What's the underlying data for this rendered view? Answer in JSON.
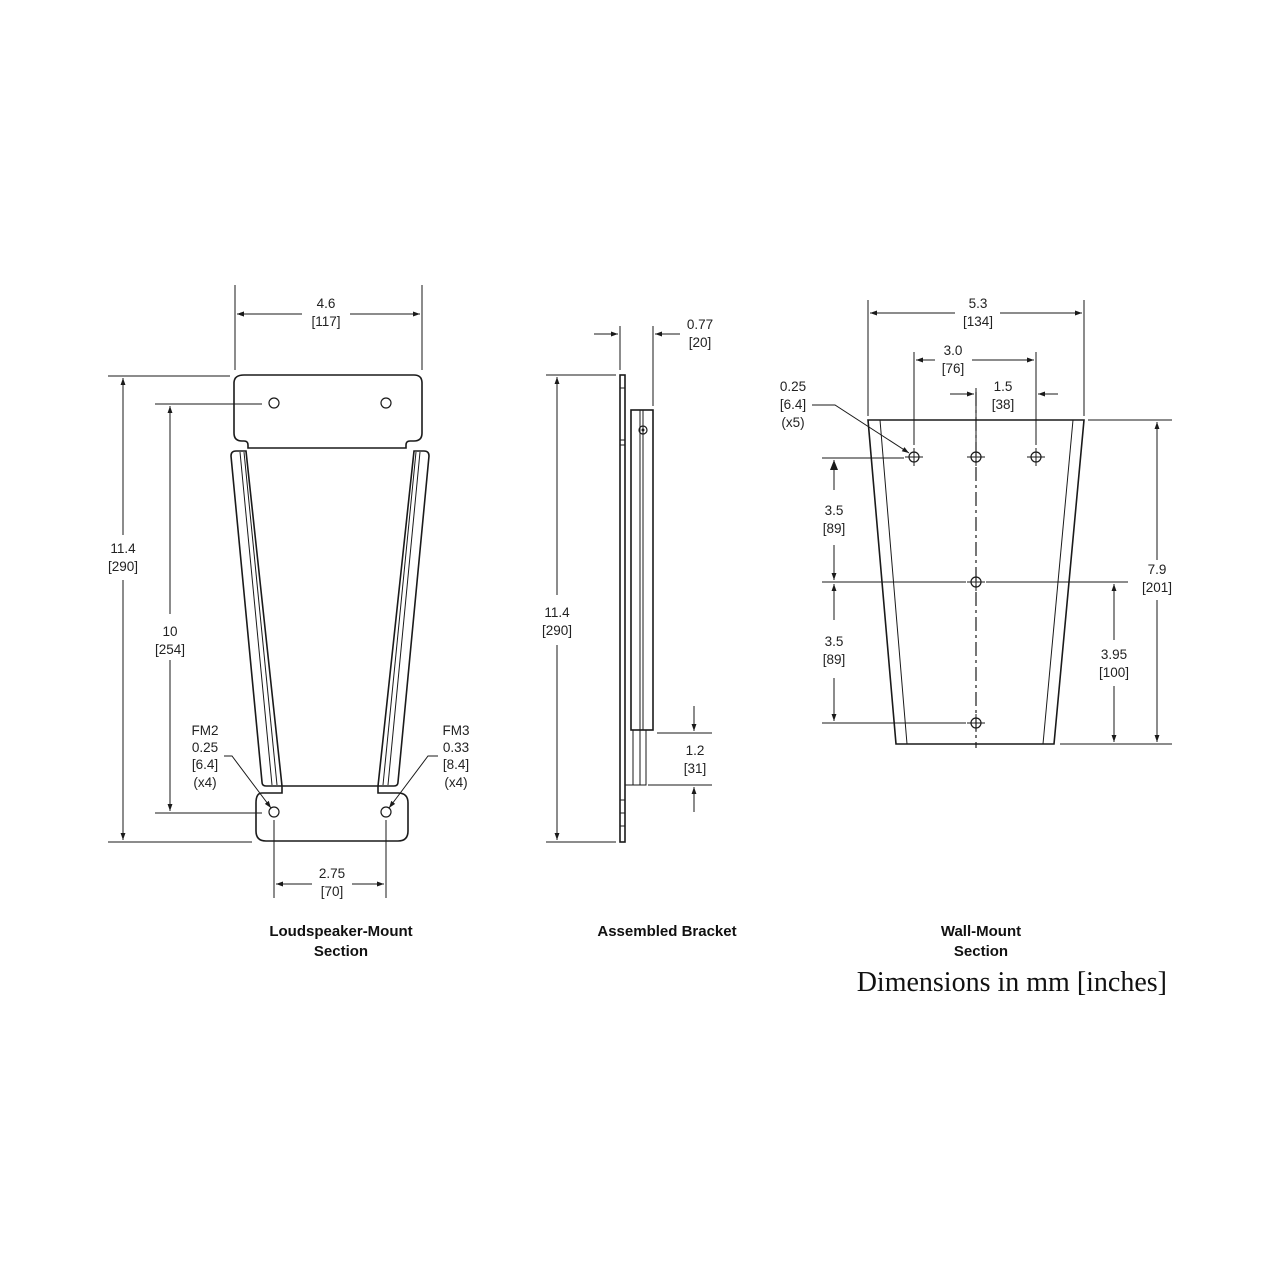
{
  "diagram": {
    "views": [
      {
        "id": "loudspeaker-mount",
        "caption_line1": "Loudspeaker-Mount",
        "caption_line2": "Section",
        "dims": {
          "width": {
            "value": "4.6",
            "alt": "[117]"
          },
          "height": {
            "value": "11.4",
            "alt": "[290]"
          },
          "hole_spacing_v": {
            "value": "10",
            "alt": "[254]"
          },
          "hole_spacing_h": {
            "value": "2.75",
            "alt": "[70]"
          }
        },
        "callouts": [
          {
            "tag": "FM2",
            "value": "0.25",
            "alt": "[6.4]",
            "qty": "(x4)"
          },
          {
            "tag": "FM3",
            "value": "0.33",
            "alt": "[8.4]",
            "qty": "(x4)"
          }
        ]
      },
      {
        "id": "assembled-bracket",
        "caption_line1": "Assembled Bracket",
        "dims": {
          "depth": {
            "value": "0.77",
            "alt": "[20]"
          },
          "height": {
            "value": "11.4",
            "alt": "[290]"
          },
          "offset": {
            "value": "1.2",
            "alt": "[31]"
          }
        }
      },
      {
        "id": "wall-mount",
        "caption_line1": "Wall-Mount",
        "caption_line2": "Section",
        "dims": {
          "width": {
            "value": "5.3",
            "alt": "[134]"
          },
          "hole_spacing_outer": {
            "value": "3.0",
            "alt": "[76]"
          },
          "hole_spacing_half": {
            "value": "1.5",
            "alt": "[38]"
          },
          "height": {
            "value": "7.9",
            "alt": "[201]"
          },
          "hole_v1": {
            "value": "3.5",
            "alt": "[89]"
          },
          "hole_v2": {
            "value": "3.5",
            "alt": "[89]"
          },
          "center_height": {
            "value": "3.95",
            "alt": "[100]"
          }
        },
        "callouts": [
          {
            "value": "0.25",
            "alt": "[6.4]",
            "qty": "(x5)"
          }
        ]
      }
    ],
    "units_note": "Dimensions in mm [inches]"
  }
}
